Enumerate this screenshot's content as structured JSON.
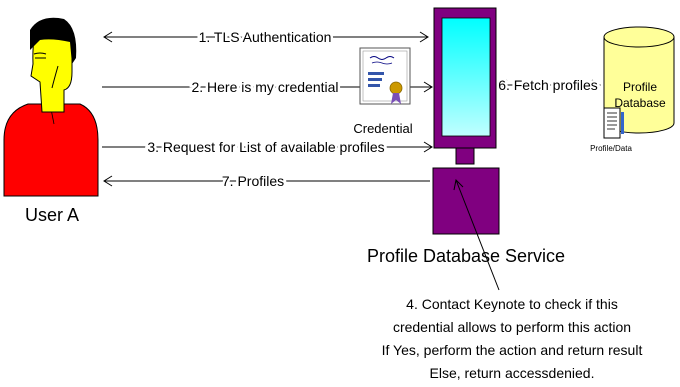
{
  "colors": {
    "person_shirt": "#ff0000",
    "person_face": "#ffff00",
    "person_hair": "#000000",
    "server": "#800080",
    "screen_top": "#00ffff",
    "screen_bottom": "#c0ffff",
    "database": "#ffff99",
    "seal": "#cc9900"
  },
  "icons": {
    "person": "user-icon",
    "credential": "certificate-icon",
    "server": "computer-server-icon",
    "database": "database-cylinder-icon",
    "document": "document-icon"
  },
  "actors": {
    "user": "User A",
    "service": "Profile Database Service",
    "database_line1": "Profile",
    "database_line2": "Database",
    "document": "Profile/Data",
    "credential": "Credential"
  },
  "messages": {
    "m1": "1. TLS Authentication",
    "m2": "2. Here is my credential",
    "m3": "3. Request for List of available profiles",
    "m6": "6. Fetch profiles",
    "m7": "7. Profiles"
  },
  "note": {
    "line1": "4. Contact Keynote to check if this",
    "line2": "credential allows to perform this action",
    "line3": "If Yes, perform the action and return result",
    "line4": "Else, return accessdenied."
  }
}
